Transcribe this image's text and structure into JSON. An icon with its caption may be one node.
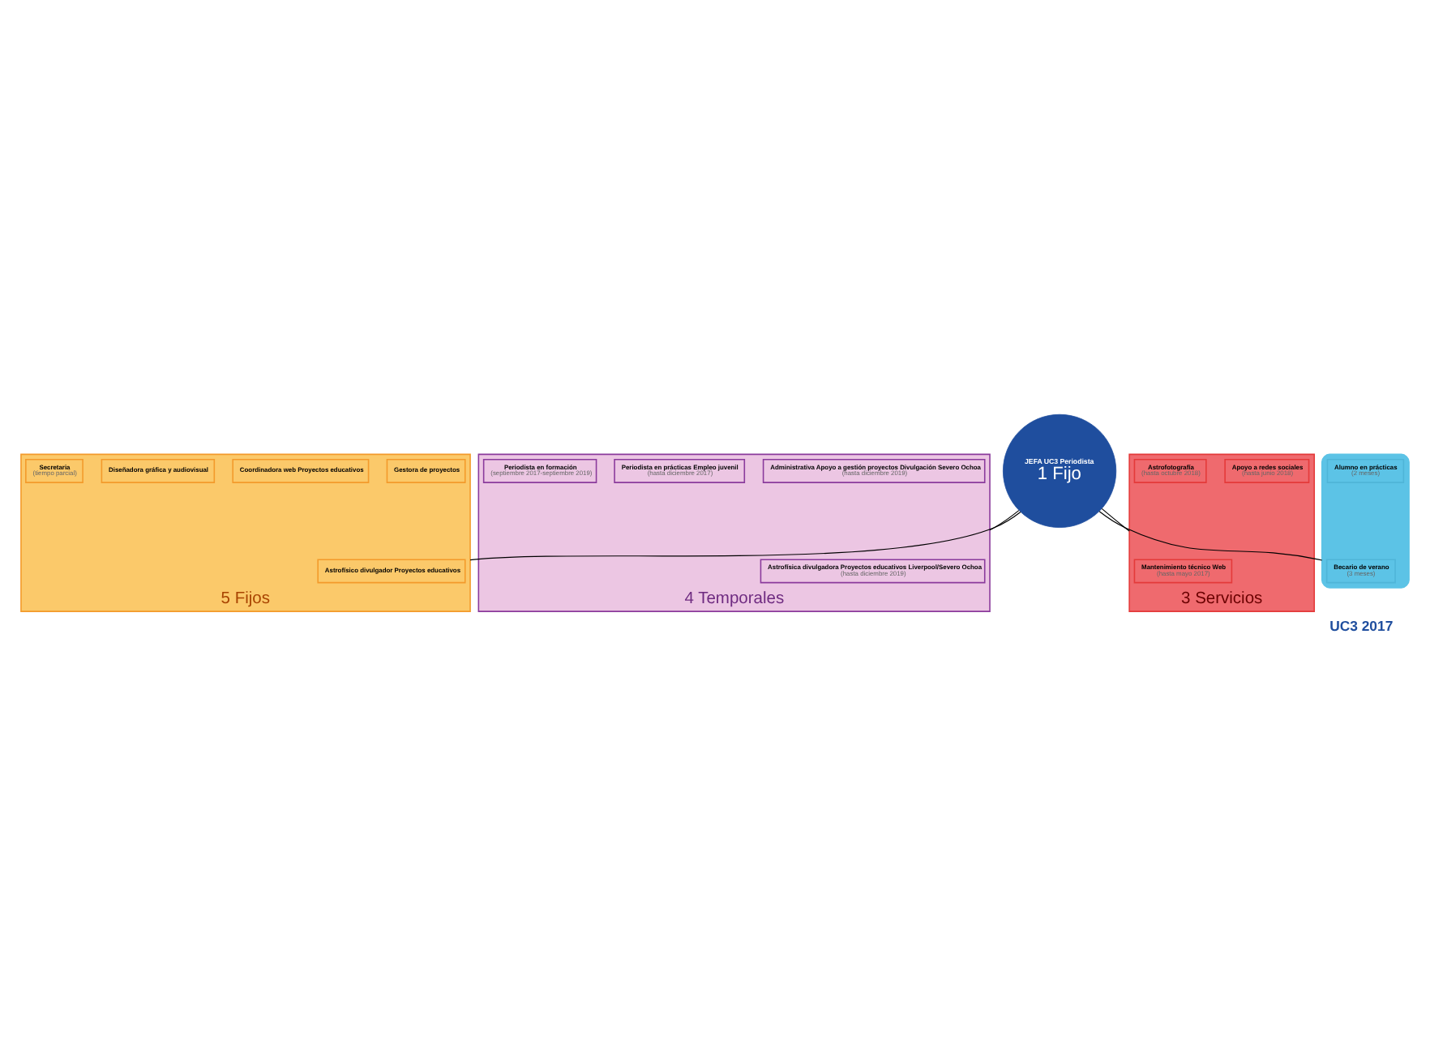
{
  "diagram": {
    "nodes": [
      {
        "text": [
          "JEFA UC3 Periodista",
          "1 Fijo"
        ]
      },
      {
        "text": [
          "5 Fijos"
        ]
      },
      {
        "text": [
          "Astrofísico divulgador Proyectos educativos"
        ],
        "in": 1
      },
      {
        "text": [
          "Gestora de proyectos"
        ],
        "in": 1
      },
      {
        "text": [
          "Coordinadora web Proyectos educativos"
        ],
        "in": 1
      },
      {
        "text": [
          "Diseñadora gráfica y audiovisual"
        ],
        "in": 1
      },
      {
        "text": [
          "Secretaria",
          "(tiempo parcial)"
        ],
        "in": 1
      },
      {
        "text": [
          "4 Temporales"
        ]
      },
      {
        "text": [
          "Astrofísica divulgadora Proyectos educativos Liverpool/Severo Ochoa",
          "(hasta diciembre 2019)"
        ],
        "in": 7
      },
      {
        "text": [
          "Administrativa Apoyo a gestión proyectos Divulgación Severo Ochoa",
          "(hasta diciembre 2019)"
        ],
        "in": 7
      },
      {
        "text": [
          "Periodista en prácticas Empleo juvenil",
          "(hasta diciembre 2017)"
        ],
        "in": 7
      },
      {
        "text": [
          "Periodista en formación",
          "(septiembre 2017-septiembre 2019)"
        ],
        "in": 7
      },
      {
        "text": [
          "3 Servicios"
        ]
      },
      {
        "text": [
          "Mantenimiento técnico Web",
          "(hasta mayo 2017)"
        ],
        "in": 12
      },
      {
        "text": [
          "Apoyo a redes sociales",
          "(hasta junio 2018)"
        ],
        "in": 12
      },
      {
        "text": [
          "Astrofotografía",
          "(hasta octubre 2018)"
        ],
        "in": 12
      },
      {
        "text": [],
        "shape": "pentagon"
      },
      {
        "text": [
          "Becario de verano",
          "(3 meses)"
        ],
        "in": 16
      },
      {
        "text": [
          "Alumno en prácticas",
          "(2 meses)"
        ],
        "in": 16
      }
    ],
    "edges": [
      {
        "from": 0,
        "to": 1,
        "arrow": "none"
      },
      {
        "from": 0,
        "to": 7,
        "arrow": "none"
      },
      {
        "from": 0,
        "to": 12,
        "arrow": "none"
      },
      {
        "from": 0,
        "to": 16,
        "arrow": "none"
      }
    ],
    "labels": [
      "UC3 2017"
    ]
  }
}
